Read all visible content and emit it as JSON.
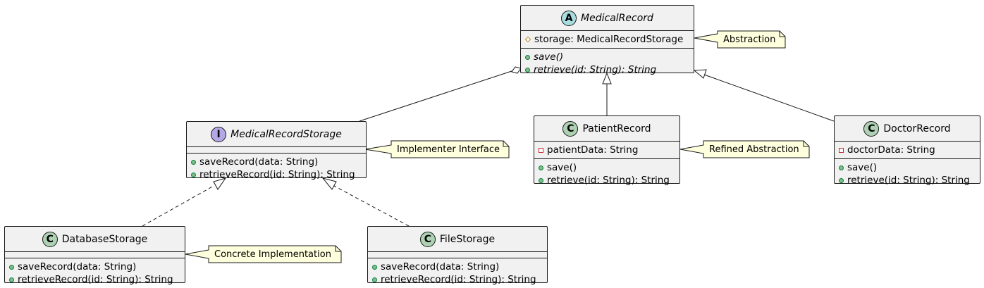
{
  "classes": {
    "medical_record": {
      "stereotype_letter": "A",
      "name": "MedicalRecord",
      "fields": [
        "storage: MedicalRecordStorage"
      ],
      "methods": [
        "save()",
        "retrieve(id: String): String"
      ]
    },
    "medical_record_storage": {
      "stereotype_letter": "I",
      "name": "MedicalRecordStorage",
      "methods": [
        "saveRecord(data: String)",
        "retrieveRecord(id: String): String"
      ]
    },
    "patient_record": {
      "stereotype_letter": "C",
      "name": "PatientRecord",
      "fields": [
        "patientData: String"
      ],
      "methods": [
        "save()",
        "retrieve(id: String): String"
      ]
    },
    "doctor_record": {
      "stereotype_letter": "C",
      "name": "DoctorRecord",
      "fields": [
        "doctorData: String"
      ],
      "methods": [
        "save()",
        "retrieve(id: String): String"
      ]
    },
    "database_storage": {
      "stereotype_letter": "C",
      "name": "DatabaseStorage",
      "methods": [
        "saveRecord(data: String)",
        "retrieveRecord(id: String): String"
      ]
    },
    "file_storage": {
      "stereotype_letter": "C",
      "name": "FileStorage",
      "methods": [
        "saveRecord(data: String)",
        "retrieveRecord(id: String): String"
      ]
    }
  },
  "notes": {
    "abstraction": "Abstraction",
    "implementer_interface": "Implementer Interface",
    "refined_abstraction": "Refined Abstraction",
    "concrete_implementation": "Concrete Implementation"
  },
  "colors": {
    "class_fill": "#f1f1f1",
    "border": "#181818",
    "note_fill": "#feffdd",
    "abstract_badge": "#a9dcdf",
    "interface_badge": "#b4a7e5",
    "class_badge": "#add1b2"
  }
}
